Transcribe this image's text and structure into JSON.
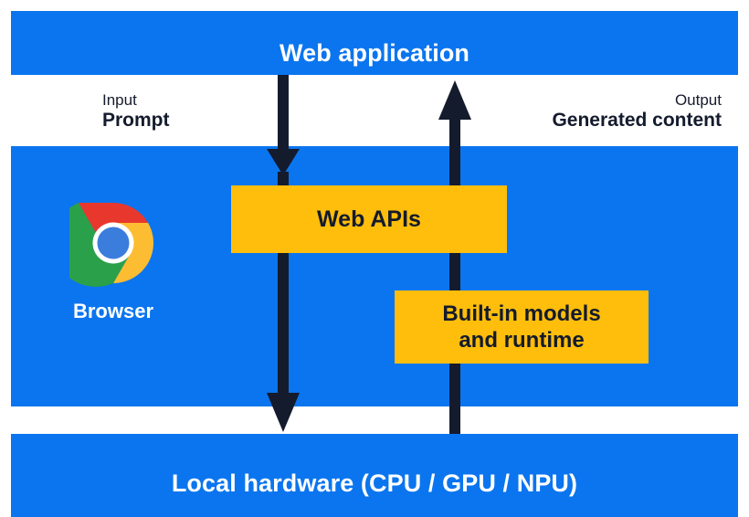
{
  "diagram": {
    "title": "Web application",
    "bands": [
      {
        "id": "web-application",
        "label": "Web application"
      },
      {
        "id": "browser",
        "label": "Browser"
      },
      {
        "id": "local-hardware",
        "label": "Local hardware (CPU / GPU / NPU)"
      }
    ],
    "browser": {
      "caption": "Browser",
      "icon": "chrome-logo-icon"
    },
    "flow_labels": {
      "input": {
        "kicker": "Input",
        "value": "Prompt"
      },
      "output": {
        "kicker": "Output",
        "value": "Generated content"
      }
    },
    "boxes": [
      {
        "id": "web-apis",
        "label": "Web APIs"
      },
      {
        "id": "built-in-models",
        "line1": "Built-in models",
        "line2": "and runtime"
      }
    ],
    "arrows": [
      {
        "id": "input-arrow",
        "direction": "down",
        "from": "Web application",
        "to": "Local hardware (CPU / GPU / NPU)"
      },
      {
        "id": "output-arrow",
        "direction": "up",
        "from": "Local hardware (CPU / GPU / NPU)",
        "to": "Web application"
      }
    ],
    "colors": {
      "band_blue": "#0b75ef",
      "box_yellow": "#ffbe0b",
      "arrow_navy": "#141b2d",
      "text_on_blue": "#ffffff",
      "text_on_yellow": "#141b2d",
      "page_background": "#ffffff"
    }
  }
}
